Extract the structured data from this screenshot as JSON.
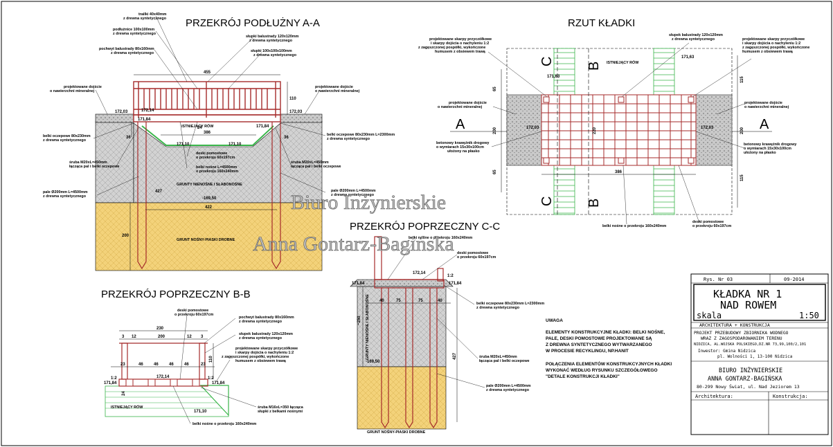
{
  "colors": {
    "wood": "#a52a2a",
    "grass": "#39b54a",
    "soil": "#c8c8c8",
    "sand": "#f2d27a",
    "edge": "#000000"
  },
  "titles": {
    "aa": "PRZEKRÓJ PODŁUŻNY  A-A",
    "plan": "RZUT KŁADKI",
    "bb": "PRZEKRÓJ POPRZECZNY  B-B",
    "cc": "PRZEKRÓJ POPRZECZNY  C-C"
  },
  "watermark": {
    "line1": "Biuro Inżynierskie",
    "line2": "Anna Gontarz-Bagińska"
  },
  "aa": {
    "labels": {
      "l1": "trailki 40x40mm",
      "l1b": "z drewna syntetycznego",
      "l2": "podłużnice 100x100mm",
      "l2b": "z drewna syntetycznego",
      "l3": "pochwyt balustrady 80x160mm",
      "l3b": "z drewna syntetycznego",
      "l4": "słupki balustrady 120x120mm",
      "l4b": "z drewna syntetycznego",
      "l5": "słupki 100x100x100mm",
      "l5b": "z drewna syntetycznego",
      "l6": "projektowane dojście",
      "l6b": "o nawierzchni mineralnej",
      "l7": "projektowane dojście",
      "l7b": "o nawierzchni mineralnej",
      "l8": "belki oczepowe 80x230mm",
      "l8b": "z drewna syntetycznego",
      "l9": "belki oczepowe 80x230mm L=2300mm",
      "l9b": "z drewna syntetycznego",
      "l10": "śruba M20xL=450mm",
      "l10b": "łącząca pal i belki oczepowe",
      "l11": "śruba M20xL=450mm",
      "l11b": "łącząca pal i belki oczepowe",
      "l12": "deski pomostowe",
      "l12b": "o przekroju 60x197cm",
      "l13": "belki nośne L=4500mm",
      "l13b": "o przekroju 160x240mm",
      "l14": "pale Ø200mm L=4500mm",
      "l14b": "z drewna syntetycznego",
      "l15": "pale Ø200mm L=4500mm",
      "l15b": "z drewna syntetycznego",
      "istn": "ISTNIEJĄCY RÓW",
      "grunt1": "GRUNTY NIENOŚNE I SŁABONOŚNE",
      "grunt2": "GRUNT NOŚNY-PIASKI DROBNE"
    },
    "dims": {
      "d455": "455",
      "d110": "110",
      "d386": "386",
      "d36a": "36",
      "d36b": "36",
      "d24": "24",
      "d427": "427",
      "d422": "422",
      "d200": "200",
      "e1": "172,03",
      "e2": "172,03",
      "e3": "172,14",
      "e4": "171,84",
      "e5": "171,84",
      "e6": "171,10",
      "e7": "171,10",
      "e8": "-169,50"
    }
  },
  "plan": {
    "labels": {
      "p1": "projektowane skarpy przyczółkowe",
      "p1b": "i skarpy dojścia o nachyleniu 1:2",
      "p1c": "z zagęszczonej pospółki, wykończone",
      "p1d": "humusem z obsiewem trawą",
      "p2": "słupek balustrady 120x120mm",
      "p2b": "z drewna syntetycznego",
      "p3": "projektowane skarpy przyczółkowe",
      "p3b": "i skarpy dojścia o nachyleniu 1:2",
      "p3c": "z zagęszczonej pospółki, wykończone",
      "p3d": "humusem z obsiewem trawą",
      "p4": "projektowane dojście",
      "p4b": "o nawierzchni mineralnej",
      "p5": "projektowane dojście",
      "p5b": "o nawierzchni mineralnej",
      "p6": "betonowy krawężnik drogowy",
      "p6b": "o wymiarach 15x30x100cm",
      "p6c": "ułożony na płasko",
      "p7": "betonowy krawężnik drogowy",
      "p7b": "o wymiarach 15x30x100cm",
      "p7c": "ułożony na płasko",
      "p8": "deski pomostowe",
      "p8b": "o przekroju 60x197cm",
      "p9": "belki nośne o przekroju 160x240mm",
      "istn": "ISTNIEJĄCY RÓW",
      "secA": "A",
      "secA2": "A",
      "secB": "B",
      "secB2": "B",
      "secC": "C",
      "secC2": "C"
    },
    "dims": {
      "d65a": "65",
      "d200": "200",
      "d65b": "65",
      "d386": "386",
      "d115a": "115",
      "d200b": "200",
      "d115b": "115",
      "e1": "171,63",
      "e2": "171,63",
      "e3": "172,03",
      "e4": "172,03",
      "e5": "220"
    }
  },
  "bb": {
    "labels": {
      "b1": "deski pomostowe",
      "b1b": "o przekroju 60x197cm",
      "b2": "pochwyt balustrady 80x160mm",
      "b2b": "z drewna syntetycznego",
      "b3": "słupek balustrady 120x120mm",
      "b3b": "z drewna syntetycznego",
      "b4": "projektowane skarpy przyczółkowe",
      "b4b": "i skarpy dojścia o nachyleniu 1:2",
      "b4c": "z zagęszczonej pospółki, wykończone",
      "b4d": "humusem z obsiewem trawą",
      "b5": "śruba M16xL=350 łącząca",
      "b5b": "słupki z belkami nośnymi",
      "b6": "belki nośne o przekroju 160x240mm",
      "istn": "ISTNIEJĄCY RÓW"
    },
    "dims": {
      "d230": "230",
      "d3a": "3",
      "d12a": "12",
      "d200": "200",
      "d12b": "12",
      "d3b": "3",
      "d23a": "23",
      "d46a": "46",
      "d46b": "46",
      "d46c": "46",
      "d46d": "46",
      "d23b": "23",
      "d110": "110",
      "d24": "24",
      "d12": "1:2",
      "d12c": "1:2",
      "e1": "172,14",
      "e2": "171,84",
      "e3": "171,84",
      "e4": "171,10"
    }
  },
  "cc": {
    "labels": {
      "c1": "belki nośne o przekroju 160x240mm",
      "c2": "deski pomostowe",
      "c2b": "o przekroju 60x197cm",
      "c3": "belki oczepowe 80x230mm L=2300mm",
      "c3b": "z drewna syntetycznego",
      "c4": "śruba M20xL=450mm",
      "c4b": "łącząca pal i belki oczepowe",
      "c5": "pale Ø200mm L=4500mm",
      "c5b": "z drewna syntetycznego",
      "grunt1": "GRUNTY NIENOŚNE I SŁABONOŚNE",
      "grunt2": "GRUNT NOŚNY-PIASKI DROBNE"
    },
    "dims": {
      "d40a": "40",
      "d75a": "75",
      "d75b": "75",
      "d40b": "40",
      "d427": "427",
      "d250": "~250",
      "d12": "1:2",
      "e1": "172,14",
      "e2": "171,84",
      "e3": "171,84",
      "e4": "-169,50"
    }
  },
  "uwaga": {
    "head": "UWAGA",
    "l1": "ELEMENTY KONSTRUKCYJNE KŁADKI: BELKI NOŚNE,",
    "l2": "PALE, DESKI POMOSTOWE PROJEKTOWANE SĄ",
    "l3": "Z DREWNA SYNTETYCZNEGO WYTWARZANEGO",
    "l4": "W PROCESIE RECYKLINGU, NP.HANIT",
    "l5": "POŁĄCZENIA ELEMENTÓW KONSTRUKCYJNYCH KŁADKI",
    "l6": "WYKONAĆ WEDŁUG RYSUNKU SZCZEGÓŁOWEGO",
    "l7": "\"DETALE KONSTRUKCJI KŁADKI\""
  },
  "titleblock": {
    "rys": "Rys. Nr 03",
    "date": "09-2014",
    "name1": "KŁADKA NR 1",
    "name2": "NAD ROWEM",
    "skala": "skala",
    "scale": "1:50",
    "branza": "ARCHITEKTURA + KONSTRUKCJA",
    "proj1": "PROJEKT PRZEBUDOWY ZBIORNIKA WODNEGO",
    "proj2": "WRAZ Z ZAGOSPODAROWANIEM TERENU",
    "proj3": "NIDZICA, AL.WOJSKA POLSKIEGO,DZ.NR 73,99,100/2,101",
    "inw1": "Inwestor: Gmina Nidzica",
    "inw2": "pl. Wolności 1, 13-100 Nidzica",
    "biuro1": "BIURO INŻYNIERSKIE",
    "biuro2": "ANNA GONTARZ-BAGIŃSKA",
    "biuro3": "80-299 Nowy Świat, ul. Nad Jeziorem 13",
    "arch": "Architektura:",
    "konst": "Konstrukcja:"
  }
}
